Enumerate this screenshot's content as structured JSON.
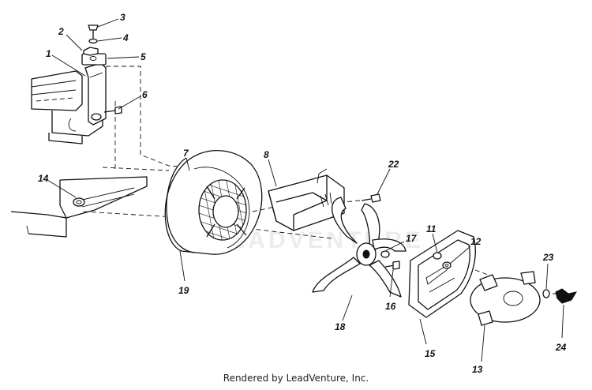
{
  "diagram": {
    "callouts": [
      {
        "id": "c1",
        "label": "1"
      },
      {
        "id": "c2",
        "label": "2"
      },
      {
        "id": "c3",
        "label": "3"
      },
      {
        "id": "c4",
        "label": "4"
      },
      {
        "id": "c5",
        "label": "5"
      },
      {
        "id": "c6",
        "label": "6"
      },
      {
        "id": "c7",
        "label": "7"
      },
      {
        "id": "c8",
        "label": "8"
      },
      {
        "id": "c11",
        "label": "11"
      },
      {
        "id": "c12",
        "label": "12"
      },
      {
        "id": "c13",
        "label": "13"
      },
      {
        "id": "c14",
        "label": "14"
      },
      {
        "id": "c15",
        "label": "15"
      },
      {
        "id": "c16",
        "label": "16"
      },
      {
        "id": "c17",
        "label": "17"
      },
      {
        "id": "c18",
        "label": "18"
      },
      {
        "id": "c19",
        "label": "19"
      },
      {
        "id": "c22",
        "label": "22"
      },
      {
        "id": "c23",
        "label": "23"
      },
      {
        "id": "c24",
        "label": "24"
      }
    ]
  },
  "watermark": "LEADVENTURE",
  "footer": "Rendered by LeadVenture, Inc."
}
